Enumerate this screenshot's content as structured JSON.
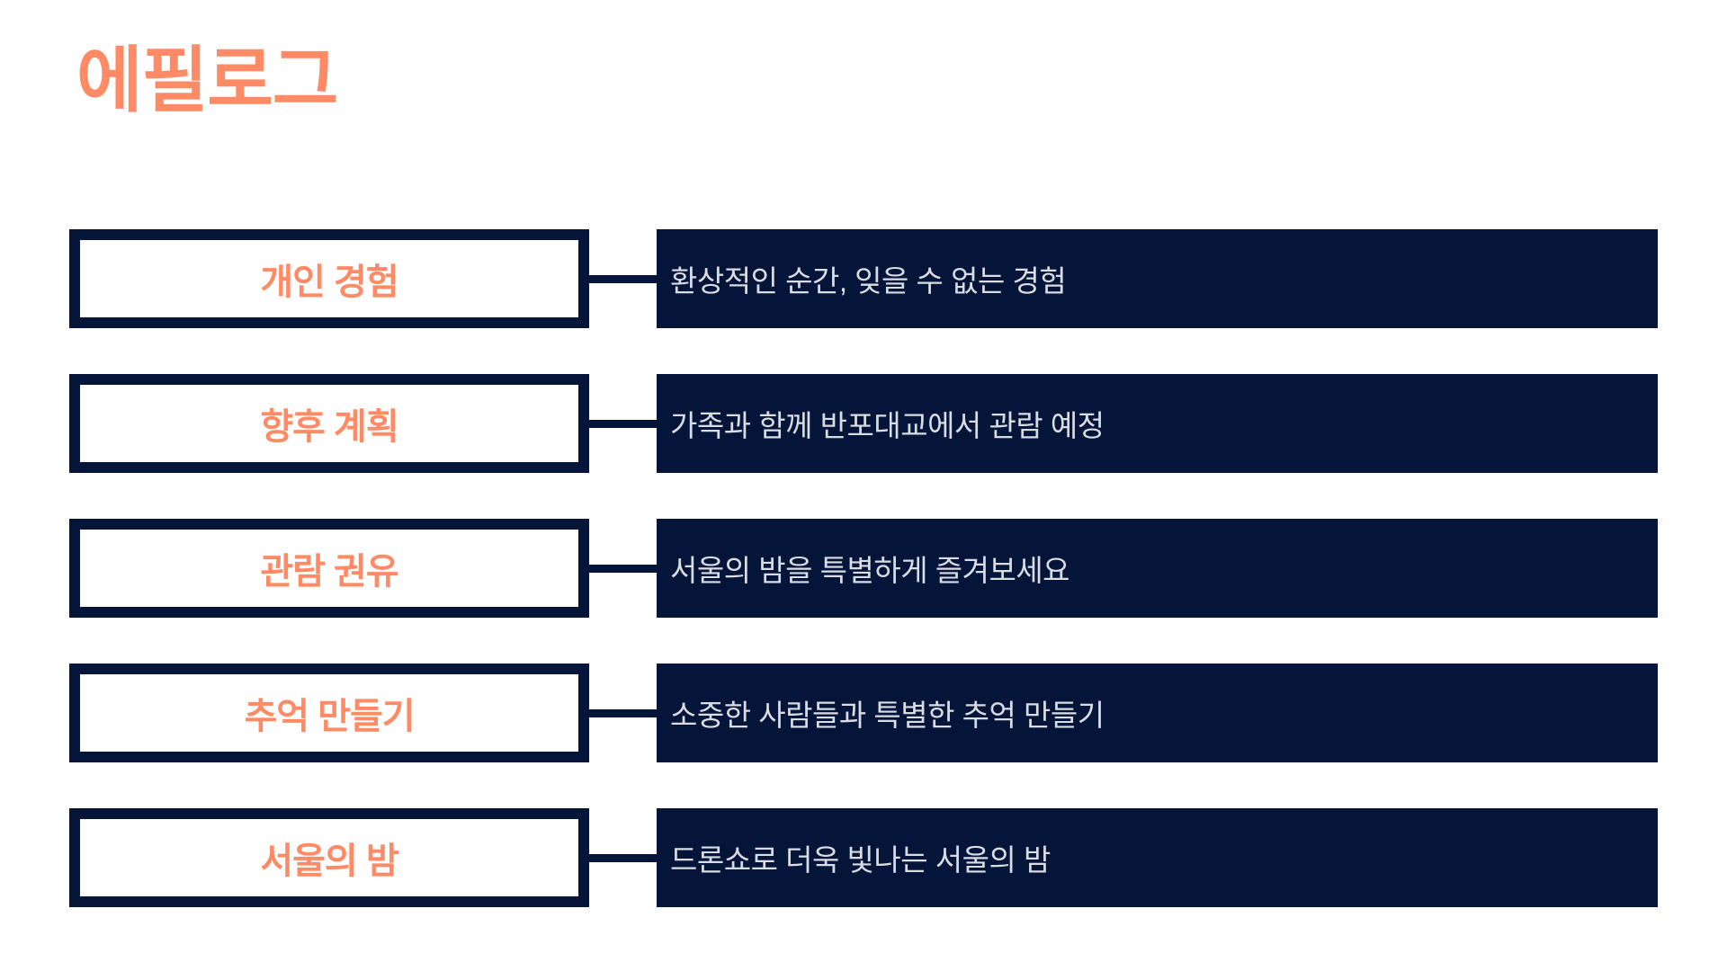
{
  "slide": {
    "title": "에필로그"
  },
  "rows": [
    {
      "label": "개인 경험",
      "description": "환상적인 순간, 잊을 수 없는 경험"
    },
    {
      "label": "향후 계획",
      "description": "가족과 함께 반포대교에서 관람 예정"
    },
    {
      "label": "관람 권유",
      "description": "서울의 밤을 특별하게 즐겨보세요"
    },
    {
      "label": "추억 만들기",
      "description": "소중한 사람들과 특별한 추억 만들기"
    },
    {
      "label": "서울의 밤",
      "description": "드론쇼로 더욱 빛나는 서울의 밤"
    }
  ],
  "colors": {
    "accent_coral": "#FF8A66",
    "navy": "#041539",
    "description_text": "#D9DCE2",
    "background": "#FFFFFF"
  }
}
